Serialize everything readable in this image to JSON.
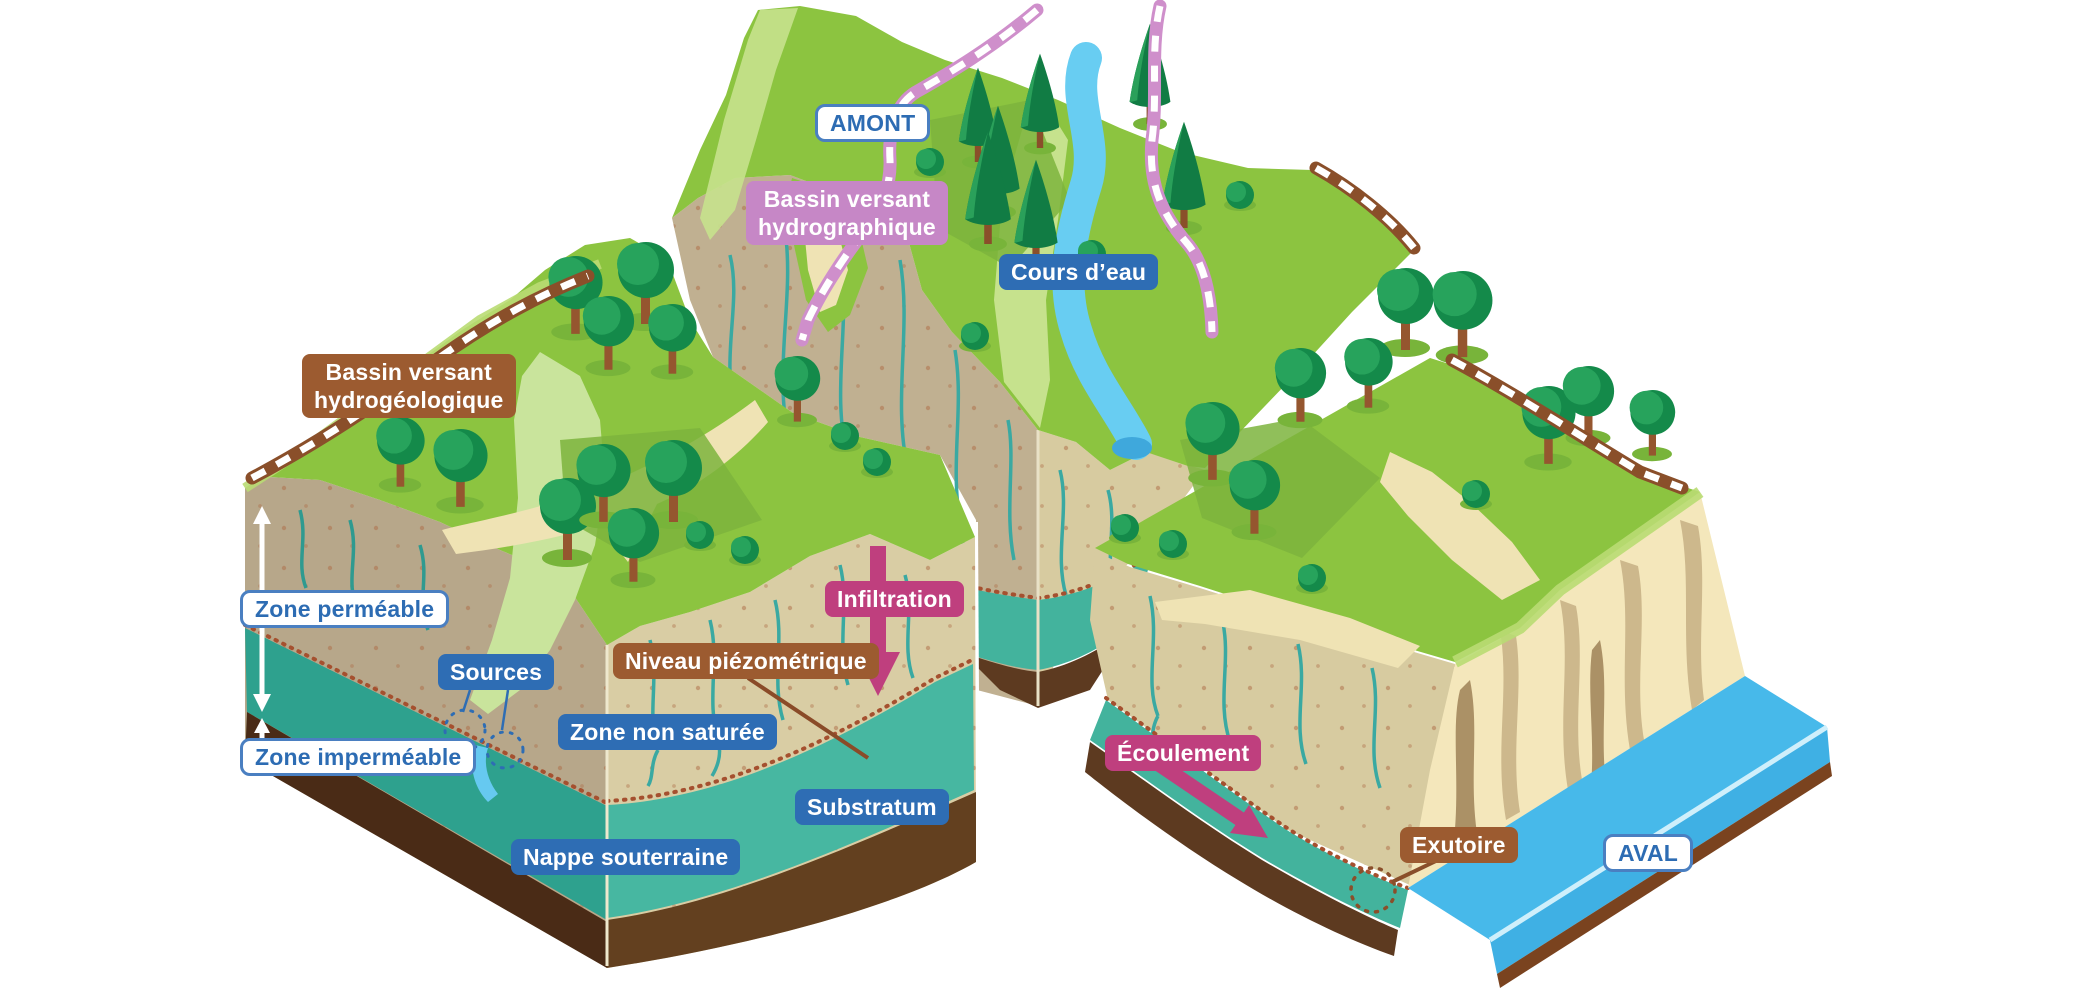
{
  "labels": {
    "amont": {
      "text": "AMONT",
      "style": "outline"
    },
    "bassin_versant_hydrographique": {
      "text": "Bassin versant\nhydrographique",
      "style": "pink"
    },
    "cours_deau": {
      "text": "Cours d’eau",
      "style": "blue"
    },
    "bassin_versant_hydrogeologique": {
      "text": "Bassin versant\nhydrogéologique",
      "style": "brown"
    },
    "zone_permeable": {
      "text": "Zone perméable",
      "style": "outline"
    },
    "sources": {
      "text": "Sources",
      "style": "blue"
    },
    "zone_impermeable": {
      "text": "Zone imperméable",
      "style": "outline"
    },
    "niveau_piezometrique": {
      "text": "Niveau piézométrique",
      "style": "brown"
    },
    "infiltration": {
      "text": "Infiltration",
      "style": "magenta"
    },
    "zone_non_saturee": {
      "text": "Zone non saturée",
      "style": "blue"
    },
    "substratum": {
      "text": "Substratum",
      "style": "blue"
    },
    "nappe_souterraine": {
      "text": "Nappe souterraine",
      "style": "blue"
    },
    "ecoulement": {
      "text": "Écoulement",
      "style": "magenta"
    },
    "exutoire": {
      "text": "Exutoire",
      "style": "brown"
    },
    "aval": {
      "text": "AVAL",
      "style": "outline"
    }
  },
  "colors": {
    "label_blue": "#2e6db4",
    "label_brown": "#9c5b30",
    "label_pink": "#c687c6",
    "label_magenta": "#bf3f7e",
    "outline_label_text": "#2d6cb3",
    "grass_green": "#8cc440",
    "grass_light": "#c6e28d",
    "soil_tan": "#d8cca2",
    "soil_tan_dark": "#b7a78a",
    "aquifer_teal": "#47b7a1",
    "aquifer_teal_dark": "#2ea18e",
    "substratum_brown": "#63401f",
    "sea_blue": "#47b9ea",
    "river_blue": "#68cdf2",
    "watershed_boundary_pink": "#cf8fcb",
    "watershed_boundary_brown": "#8a4f2a",
    "piezometric_dotted": "#a5502f",
    "tree_green": "#148a4a",
    "cliff_cream": "#f4e7bb"
  }
}
